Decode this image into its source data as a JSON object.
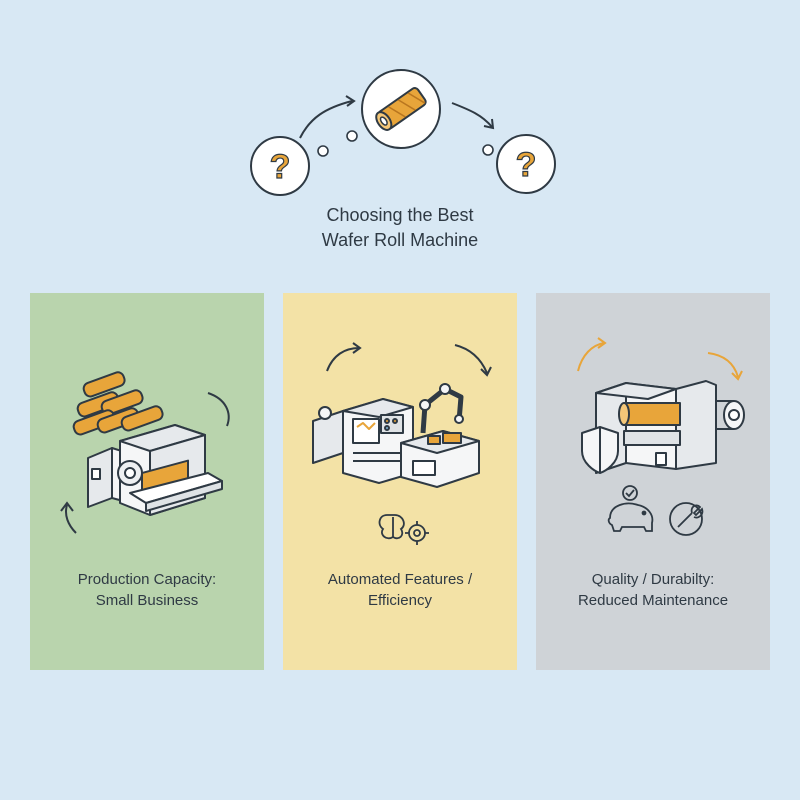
{
  "title": {
    "line1": "Choosing the Best",
    "line2": "Wafer Roll Machine"
  },
  "header_icons": {
    "left": "question-icon",
    "center": "wafer-roll-icon",
    "right": "question-icon",
    "question_glyph": "?"
  },
  "cards": [
    {
      "name": "production-capacity",
      "line1": "Production Capacity:",
      "line2": "Small Business",
      "background": "#b9d4ad",
      "icon": "compact-wafer-machine-icon"
    },
    {
      "name": "automation",
      "line1": "Automated Features /",
      "line2": "Efficiency",
      "background": "#f3e2a6",
      "icon": "automated-production-line-icon"
    },
    {
      "name": "durability",
      "line1": "Quality / Durabilty:",
      "line2": "Reduced Maintenance",
      "background": "#cfd3d7",
      "icon": "durable-roller-machine-icon"
    }
  ],
  "colors": {
    "background": "#d8e8f4",
    "accent_orange": "#e8a53a",
    "outline": "#3a4148"
  }
}
